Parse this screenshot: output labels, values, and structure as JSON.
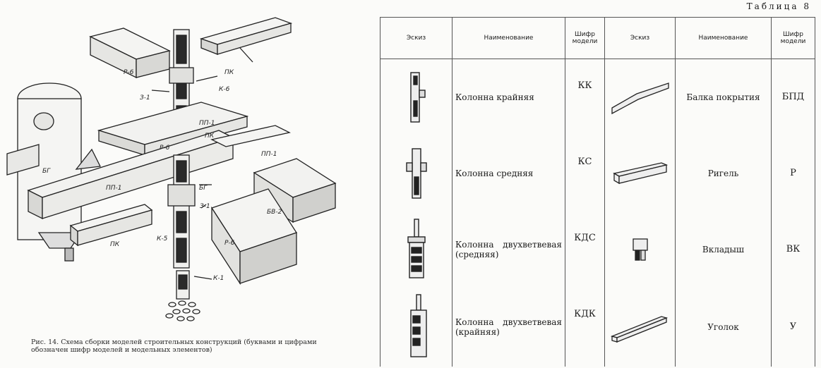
{
  "figure": {
    "labels": {
      "r6_top": "Р-6",
      "pk_top": "ПК",
      "z1_top": "З-1",
      "k6": "К-6",
      "pp1_a": "ПП-1",
      "pk_mid": "ПК",
      "r6_mid": "Р-6",
      "bg_left": "БГ",
      "pp1_b": "ПП-1",
      "pp1_c": "ПП-1",
      "bg_mid": "БГ",
      "z1_mid": "З-1",
      "bv2": "БВ-2",
      "k5": "К-5",
      "pk_bot": "ПК",
      "r6_bot": "Р-6",
      "k1": "К-1"
    },
    "caption": "Рис. 14. Схема сборки моделей строительных конструкций (буквами и цифрами обозначен шифр моделей и модельных элементов)"
  },
  "table": {
    "title": "Таблица 8",
    "headers": {
      "sketch": "Эскиз",
      "name": "Наименование",
      "code": "Шифр модели"
    },
    "rows": [
      {
        "left_name": "Колонна крайняя",
        "left_code": "КК",
        "right_name": "Балка покрытия",
        "right_code": "БПД"
      },
      {
        "left_name": "Колонна средняя",
        "left_code": "КС",
        "right_name": "Ригель",
        "right_code": "Р"
      },
      {
        "left_name": "Колонна двухветвевая (средняя)",
        "left_code": "КДС",
        "right_name": "Вкладыш",
        "right_code": "ВК"
      },
      {
        "left_name": "Колонна двухветвевая (крайняя)",
        "left_code": "КДК",
        "right_name": "Уголок",
        "right_code": "У"
      }
    ]
  }
}
